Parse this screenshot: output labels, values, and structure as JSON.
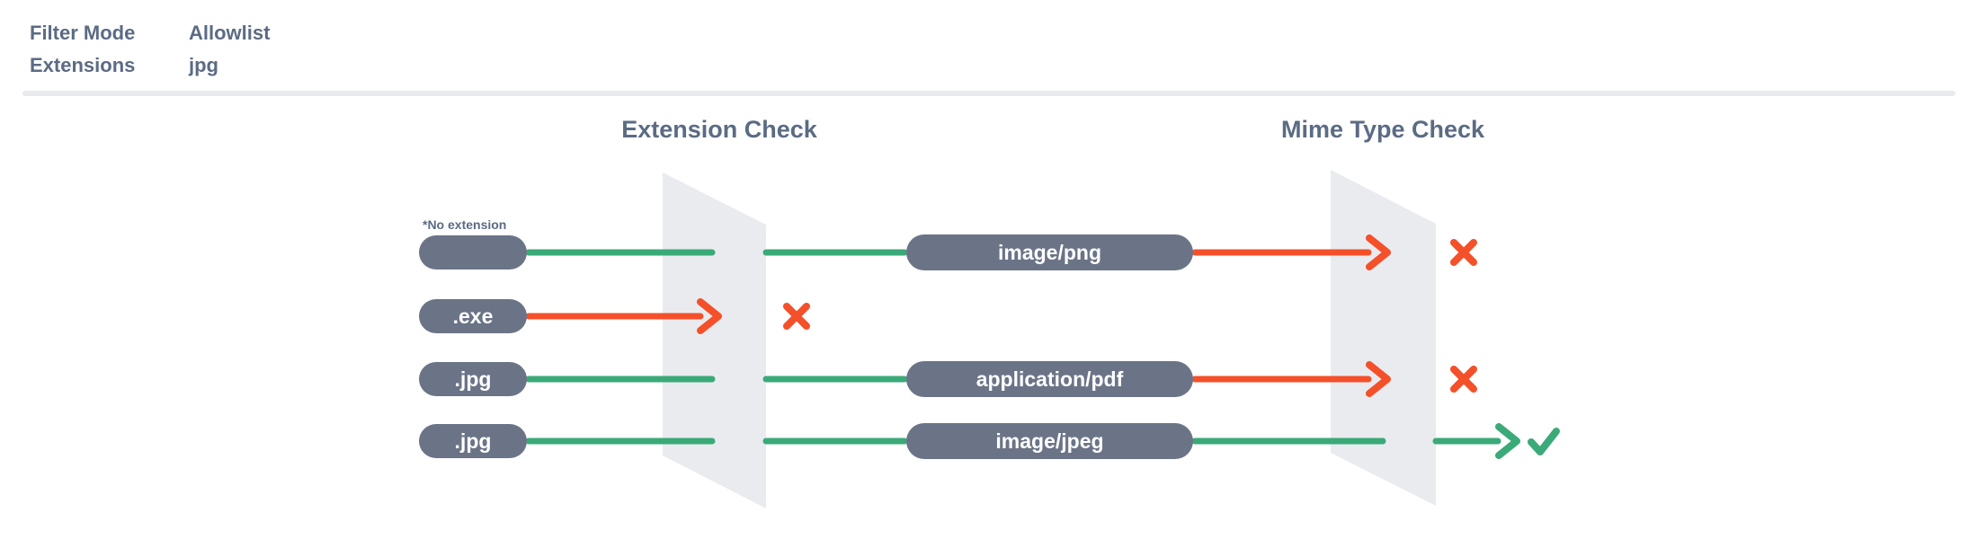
{
  "header": {
    "rows": [
      {
        "label": "Filter Mode",
        "value": "Allowlist"
      },
      {
        "label": "Extensions",
        "value": "jpg"
      }
    ]
  },
  "diagram": {
    "titles": {
      "extension": "Extension Check",
      "mime": "Mime Type Check"
    },
    "rows": [
      {
        "note": "*No extension",
        "file_label": "",
        "extension_result": "pass",
        "mime_label": "image/png",
        "mime_result": "fail"
      },
      {
        "file_label": ".exe",
        "extension_result": "fail"
      },
      {
        "file_label": ".jpg",
        "extension_result": "pass",
        "mime_label": "application/pdf",
        "mime_result": "fail"
      },
      {
        "file_label": ".jpg",
        "extension_result": "pass",
        "mime_label": "image/jpeg",
        "mime_result": "pass"
      }
    ],
    "colors": {
      "pass_green": "#3aaa78",
      "fail_red": "#f4502a",
      "pill_slate": "#6b7487",
      "panel_gray": "#eaebef",
      "text_slate": "#5b6b84"
    }
  }
}
